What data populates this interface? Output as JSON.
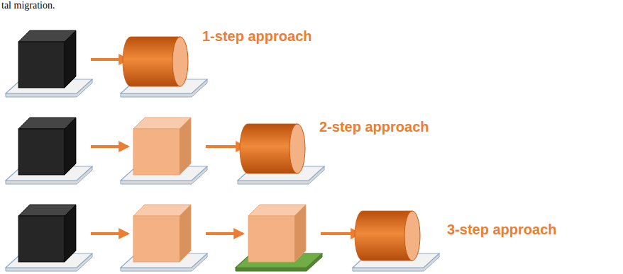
{
  "diagram": {
    "labels": [
      "tal migration.",
      "1-step approach",
      "2-step approach",
      "3-step approach"
    ]
  }
}
